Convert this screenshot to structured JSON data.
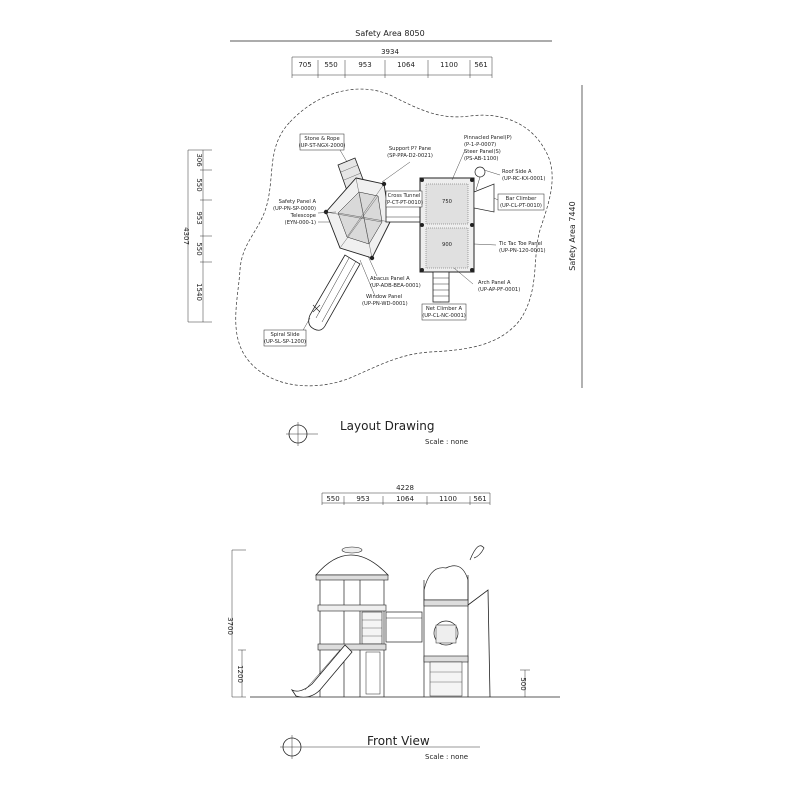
{
  "layout": {
    "safety_area_h": "Safety Area 8050",
    "safety_area_v": "Safety Area 7440",
    "overall_width": "3934",
    "top_segments": [
      "705",
      "550",
      "953",
      "1064",
      "1100",
      "561"
    ],
    "overall_depth": "4307",
    "left_segments": [
      "306",
      "550",
      "953",
      "550",
      "1540"
    ],
    "title": "Layout Drawing",
    "scale": "Scale : none",
    "tags": {
      "rock_wall": [
        "Stone & Rope",
        "(UP-ST-NGX-2000)"
      ],
      "support_p": [
        "Support P? Pane",
        "(SP-PPA-D2-0021)"
      ],
      "peaked_panel": [
        "Pinnacled Panel(P)",
        "(P-1-P-0007)"
      ],
      "steer_panel": [
        "Steer Panel(S)",
        "(PS-AB-1100)"
      ],
      "roof_side": [
        "Roof Side A",
        "(UP-RC-KX-0001)"
      ],
      "cross_tunnel": [
        "Cross Tunnel",
        "(P-CT-PT-0010)"
      ],
      "bar_climber": [
        "Bar Climber",
        "(UP-CL-PT-0010)"
      ],
      "safety_panel": [
        "Safety Panel A",
        "(UP-PN-SP-0000)"
      ],
      "telescope": [
        "Telescope",
        "(EYN-000-1)"
      ],
      "tic_tac": [
        "Tic Tac Toe Panel",
        "(UP-PN-120-0001)"
      ],
      "abacus": [
        "Abacus Panel A",
        "(UP-ADB-BEA-0001)"
      ],
      "arch_panel": [
        "Arch Panel A",
        "(UP-AP-PF-0001)"
      ],
      "window_panel": [
        "Window Panel",
        "(UP-PN-WD-0001)"
      ],
      "net_climber": [
        "Net Climber A",
        "(UP-CL-NC-0001)"
      ],
      "spiral_slide": [
        "Spiral Slide",
        "(UP-SL-SP-1200)"
      ]
    },
    "deck_labels": [
      "750",
      "900"
    ]
  },
  "front": {
    "overall_width": "4228",
    "top_segments": [
      "550",
      "953",
      "1064",
      "1100",
      "561"
    ],
    "height_total": "3700",
    "height_deck": "1200",
    "height_right": "500",
    "title": "Front View",
    "scale": "Scale : none"
  }
}
